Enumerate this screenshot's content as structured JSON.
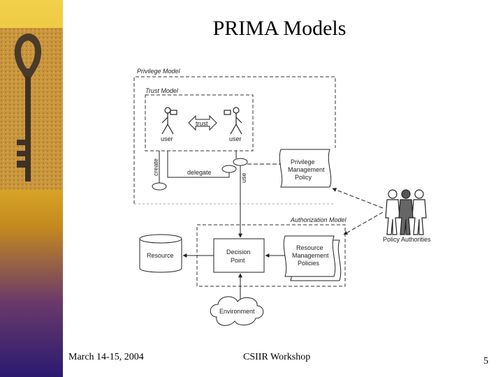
{
  "slide": {
    "title": "PRIMA Models",
    "footer_date": "March 14-15, 2004",
    "footer_center": "CSIIR Workshop",
    "page_number": "5"
  },
  "diagram": {
    "privilege_model_label": "Privilege Model",
    "trust_model_label": "Trust Model",
    "authorization_model_label": "Authorization Model",
    "user_left_label": "user",
    "user_right_label": "user",
    "trust_label": "trust",
    "create_label": "create",
    "delegate_label": "delegate",
    "use_label": "use",
    "privilege_policy_lines": [
      "Privilege",
      "Management",
      "Policy"
    ],
    "resource_policy_lines": [
      "Resource",
      "Management",
      "Policies"
    ],
    "decision_point_lines": [
      "Decision",
      "Point"
    ],
    "resource_label": "Resource",
    "environment_label": "Environment",
    "policy_authorities_label": "Policy Authorities"
  }
}
